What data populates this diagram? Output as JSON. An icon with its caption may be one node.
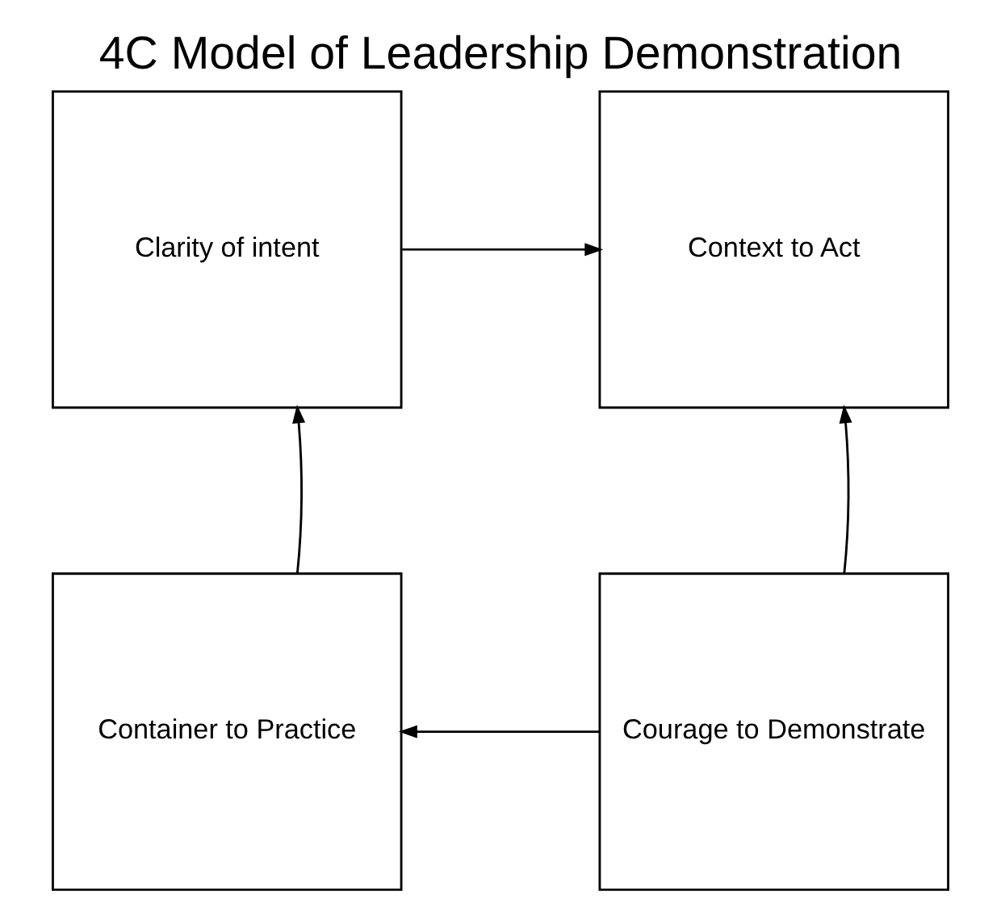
{
  "diagram": {
    "title": "4C Model of Leadership Demonstration",
    "nodes": [
      {
        "text": [
          "Clarity of intent"
        ]
      },
      {
        "text": [
          "Context to Act"
        ]
      },
      {
        "text": [
          "Container to Practice"
        ]
      },
      {
        "text": [
          "Courage to Demonstrate"
        ]
      }
    ],
    "edges": [
      {
        "from": 0,
        "to": 1,
        "arrow": "to"
      },
      {
        "from": 3,
        "to": 1,
        "arrow": "to"
      },
      {
        "from": 3,
        "to": 2,
        "arrow": "to"
      },
      {
        "from": 2,
        "to": 0,
        "arrow": "to"
      }
    ]
  }
}
